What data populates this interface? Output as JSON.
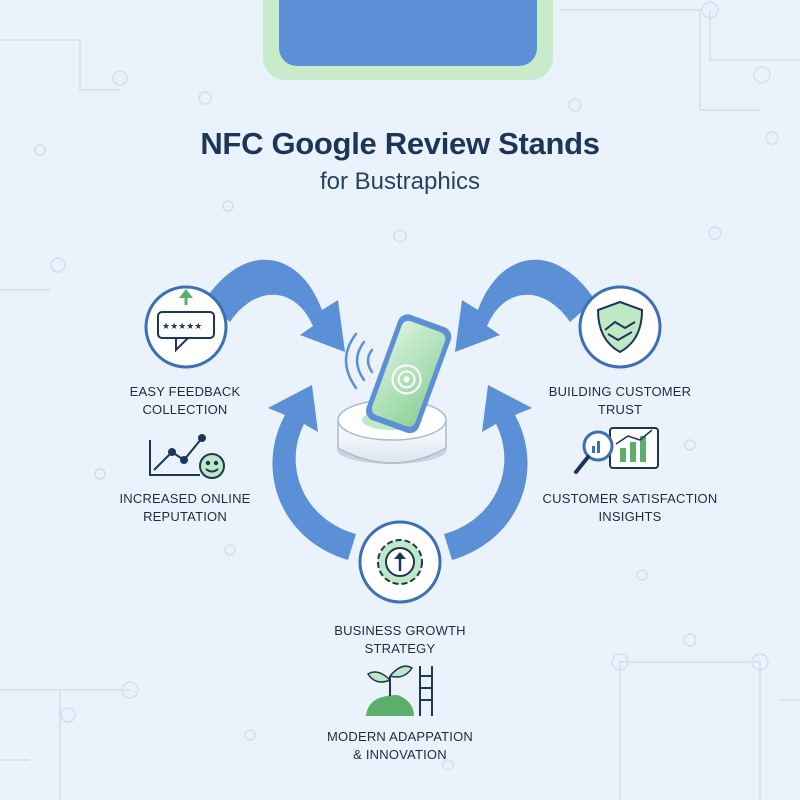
{
  "title": "NFC Google Review Stands",
  "subtitle": "for Bustraphics",
  "colors": {
    "background": "#eaf3fb",
    "arrow": "#5b8fd6",
    "navy": "#1d3557",
    "accent_green": "#9ad6a0",
    "icon_blue": "#3b6fb6"
  },
  "center_icon": "nfc-phone-stand-icon",
  "labels": {
    "easy_feedback": [
      "EASY FEEDBACK",
      "COLLECTION"
    ],
    "online_reputation": [
      "INCREASED ONLINE",
      "REPUTATION"
    ],
    "customer_trust": [
      "BUILDING CUSTOMER",
      "TRUST"
    ],
    "satisfaction_insights": [
      "CUSTOMER SATISFACTION",
      "INSIGHTS"
    ],
    "growth_strategy": [
      "BUSINESS GROWTH",
      "STRATEGY"
    ],
    "adaptation": [
      "MODERN ADAPPATION",
      "& INNOVATION"
    ]
  },
  "icons": {
    "easy_feedback": "star-review-bubble-icon",
    "online_reputation": "growth-line-smiley-icon",
    "customer_trust": "handshake-shield-icon",
    "satisfaction_insights": "magnifier-bar-chart-icon",
    "growth_strategy": "gear-up-arrow-icon",
    "adaptation": "sprout-ladder-icon"
  }
}
